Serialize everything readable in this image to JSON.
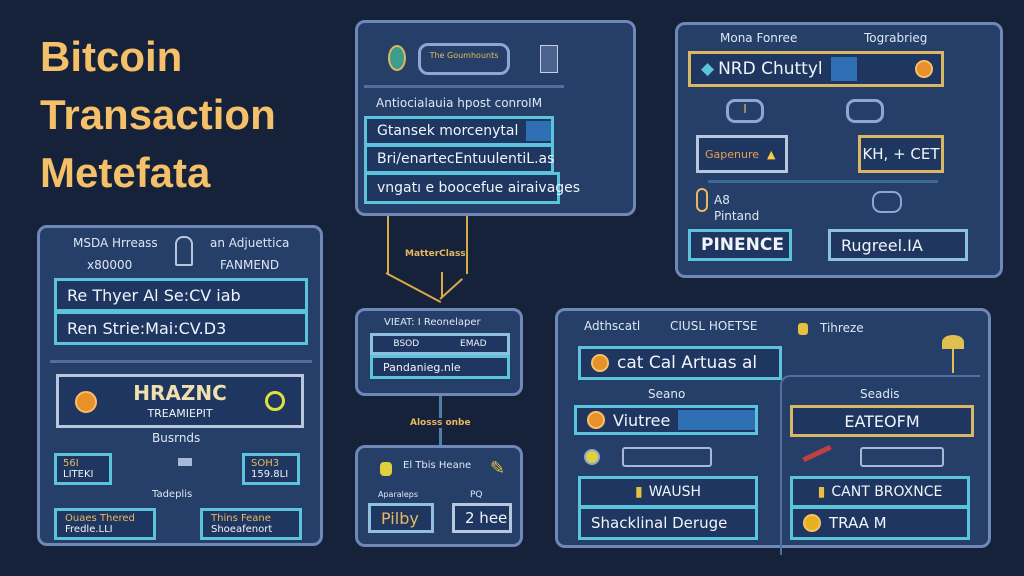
{
  "title": [
    "Bitcoin",
    "Transaction",
    "Metefata"
  ],
  "panel_a": {
    "badge": "The Goumhounts",
    "header": "Antiocialauia hpost conroIM",
    "rows": [
      "Gtansek morcenytal",
      "Bri/enartecEntuulentiL.as",
      "vngatı e boocefue airaivages"
    ]
  },
  "connector_1": "MatterClass",
  "connector_2": "Alosss onbe",
  "panel_b": {
    "col1": "Mona Fonree",
    "col2": "Tograbrieg",
    "main_field": "NRD Chuttyl",
    "left_box": "Gapenure",
    "right_box": "KH, + CET",
    "note_num": "A8",
    "note_label": "Pintand",
    "bottom_left": "PINENCE",
    "bottom_right": "Rugreel.IA"
  },
  "panel_c": {
    "col1": "MSDA Hrreass",
    "col2": "an Adjuettica",
    "sub1": "x80000",
    "sub2": "FANMEND",
    "rows": [
      "Re Thyer Al Se:CV iab",
      "Ren Strie:Mai:CV.D3"
    ],
    "card_title": "HRAZNC",
    "card_sub": "TREAMIEPIT",
    "section": "Busrnds",
    "small_left": [
      "56I",
      "LITEKI"
    ],
    "small_right": [
      "SOH3",
      "159.8LI"
    ],
    "section2": "Tadeplis",
    "bottom_left": [
      "Ouaes Thered",
      "Fredle.LLI"
    ],
    "bottom_right": [
      "Thins Feane",
      "Shoeafenort"
    ]
  },
  "panel_d": {
    "header": "VIEAT: I Reonelaper",
    "col1": "BSOD",
    "col2": "EMAD",
    "row": "Pandanieg.nle"
  },
  "panel_e": {
    "header": "El Tbis Heane",
    "col1": "Aparaleps",
    "col2": "PQ",
    "box1": "Pilby",
    "box2": "2 hee"
  },
  "panel_f": {
    "col1": "Adthscatl",
    "col2": "CIUSL HOETSE",
    "col3": "Tihreze",
    "main_field": "cat Cal Artuas al",
    "left_label": "Seano",
    "right_label": "Seadis",
    "left_field": "Viutree",
    "right_field": "EATEOFM",
    "left_row1": "WAUSH",
    "left_row2": "Shacklinal Deruge",
    "right_row1": "CANT BROXNCE",
    "right_row2": "TRAA M"
  }
}
